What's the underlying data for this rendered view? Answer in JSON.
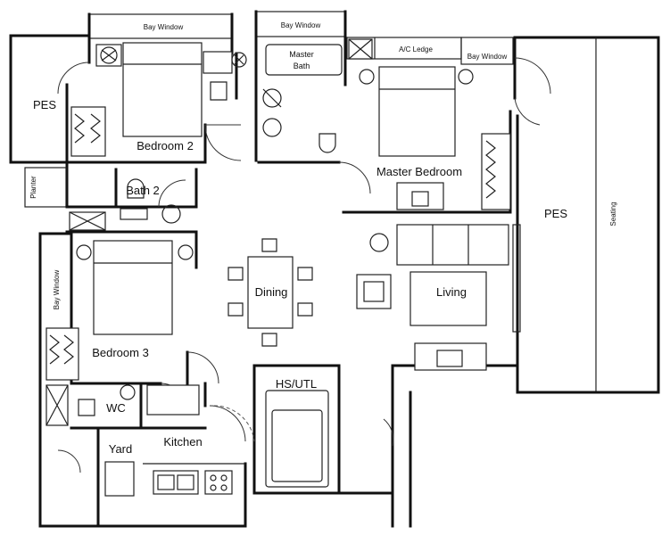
{
  "rooms": {
    "bay_window_top": "Bay Window",
    "bay_window_master": "Bay Window",
    "bay_window_right": "Bay Window",
    "bay_window_left": "Bay Window",
    "master_bath_line1": "Master",
    "master_bath_line2": "Bath",
    "ac_ledge": "A/C Ledge",
    "pes_left": "PES",
    "pes_right": "PES",
    "bedroom2": "Bedroom 2",
    "master_bedroom": "Master Bedroom",
    "planter": "Planter",
    "bath2": "Bath 2",
    "seating": "Seating",
    "dining": "Dining",
    "living": "Living",
    "bedroom3": "Bedroom 3",
    "hs_utl": "HS/UTL",
    "wc": "WC",
    "kitchen": "Kitchen",
    "yard": "Yard"
  },
  "colors": {
    "ink": "#111111",
    "background": "#ffffff"
  },
  "icons": [
    "wardrobe-icon",
    "bed-icon",
    "toilet-icon",
    "sink-icon",
    "bathtub-icon",
    "chair-icon",
    "dining-table-icon",
    "sofa-icon",
    "armchair-icon",
    "desk-icon",
    "stove-icon",
    "washing-machine-icon",
    "plant-icon"
  ]
}
